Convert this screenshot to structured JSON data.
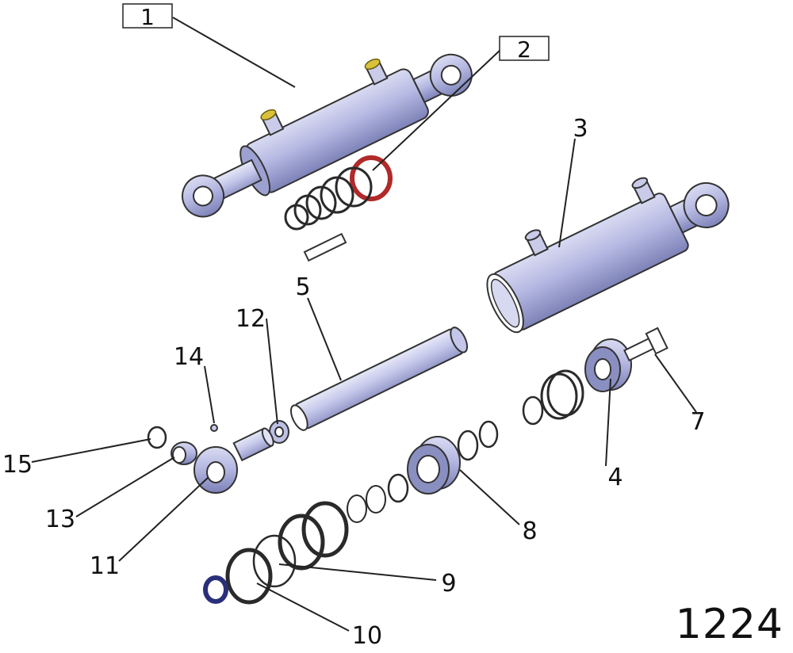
{
  "diagram": {
    "document_number": "1224",
    "callouts": [
      {
        "id": "1",
        "label": "1",
        "boxed": true
      },
      {
        "id": "2",
        "label": "2",
        "boxed": true
      },
      {
        "id": "3",
        "label": "3"
      },
      {
        "id": "4",
        "label": "4"
      },
      {
        "id": "5",
        "label": "5"
      },
      {
        "id": "7",
        "label": "7"
      },
      {
        "id": "8",
        "label": "8"
      },
      {
        "id": "9",
        "label": "9"
      },
      {
        "id": "10",
        "label": "10"
      },
      {
        "id": "11",
        "label": "11"
      },
      {
        "id": "12",
        "label": "12"
      },
      {
        "id": "13",
        "label": "13"
      },
      {
        "id": "14",
        "label": "14"
      },
      {
        "id": "15",
        "label": "15"
      }
    ],
    "colors": {
      "steel": "#b6b9e2",
      "steel_dark": "#8a8fc2",
      "brass": "#d8c23a",
      "seal_red": "#b02a2a",
      "seal_blue": "#2a2f7a"
    }
  }
}
